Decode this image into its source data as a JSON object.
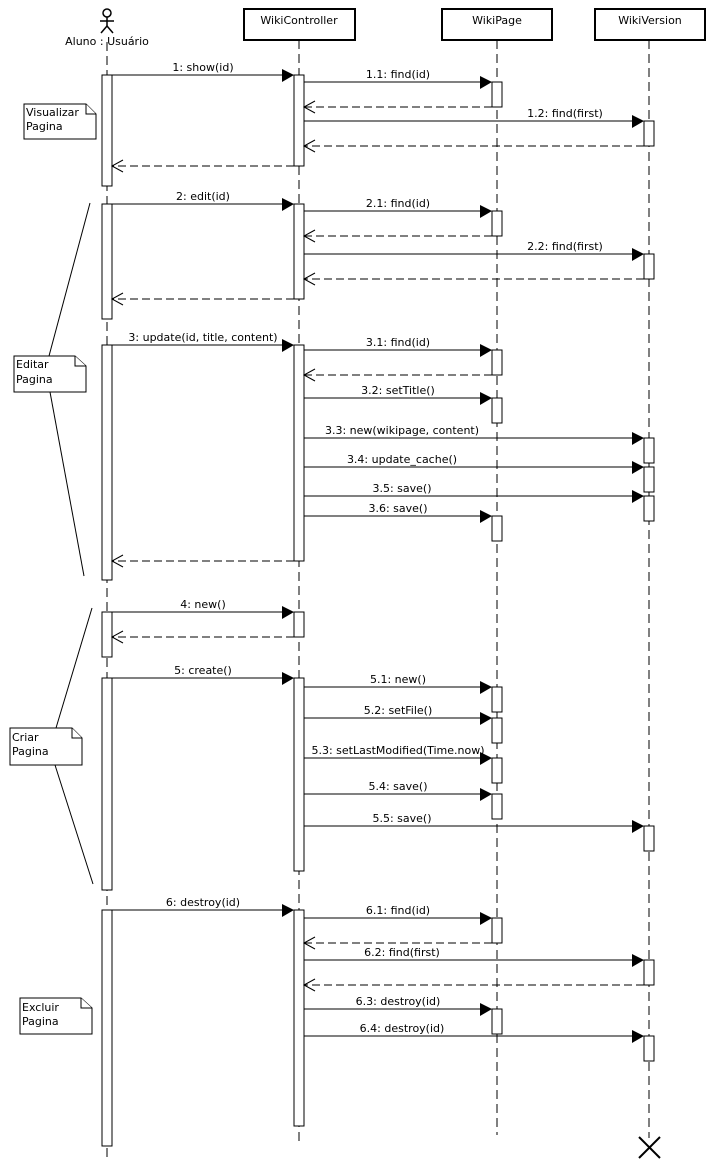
{
  "diagram": {
    "type": "UML sequence diagram",
    "participants": [
      {
        "id": "user",
        "label": "Aluno : Usuário",
        "kind": "actor"
      },
      {
        "id": "ctrl",
        "label": "WikiController",
        "kind": "object"
      },
      {
        "id": "page",
        "label": "WikiPage",
        "kind": "object"
      },
      {
        "id": "ver",
        "label": "WikiVersion",
        "kind": "object",
        "destroyed": true
      }
    ],
    "messages": [
      {
        "label": "1: show(id)",
        "from": "user",
        "to": "ctrl"
      },
      {
        "label": "1.1: find(id)",
        "from": "ctrl",
        "to": "page"
      },
      {
        "label": "",
        "from": "page",
        "to": "ctrl",
        "return": true
      },
      {
        "label": "1.2: find(first)",
        "from": "ctrl",
        "to": "ver"
      },
      {
        "label": "",
        "from": "ver",
        "to": "ctrl",
        "return": true
      },
      {
        "label": "",
        "from": "ctrl",
        "to": "user",
        "return": true
      },
      {
        "label": "2: edit(id)",
        "from": "user",
        "to": "ctrl"
      },
      {
        "label": "2.1: find(id)",
        "from": "ctrl",
        "to": "page"
      },
      {
        "label": "",
        "from": "page",
        "to": "ctrl",
        "return": true
      },
      {
        "label": "2.2: find(first)",
        "from": "ctrl",
        "to": "ver"
      },
      {
        "label": "",
        "from": "ver",
        "to": "ctrl",
        "return": true
      },
      {
        "label": "",
        "from": "ctrl",
        "to": "user",
        "return": true
      },
      {
        "label": "3: update(id, title, content)",
        "from": "user",
        "to": "ctrl"
      },
      {
        "label": "3.1: find(id)",
        "from": "ctrl",
        "to": "page"
      },
      {
        "label": "",
        "from": "page",
        "to": "ctrl",
        "return": true
      },
      {
        "label": "3.2: setTitle()",
        "from": "ctrl",
        "to": "page"
      },
      {
        "label": "3.3: new(wikipage, content)",
        "from": "ctrl",
        "to": "ver"
      },
      {
        "label": "3.4: update_cache()",
        "from": "ctrl",
        "to": "ver"
      },
      {
        "label": "3.5: save()",
        "from": "ctrl",
        "to": "ver"
      },
      {
        "label": "3.6: save()",
        "from": "ctrl",
        "to": "page"
      },
      {
        "label": "",
        "from": "ctrl",
        "to": "user",
        "return": true
      },
      {
        "label": "4: new()",
        "from": "user",
        "to": "ctrl"
      },
      {
        "label": "",
        "from": "ctrl",
        "to": "user",
        "return": true
      },
      {
        "label": "5: create()",
        "from": "user",
        "to": "ctrl"
      },
      {
        "label": "5.1: new()",
        "from": "ctrl",
        "to": "page"
      },
      {
        "label": "5.2: setFile()",
        "from": "ctrl",
        "to": "page"
      },
      {
        "label": "5.3: setLastModified(Time.now)",
        "from": "ctrl",
        "to": "page"
      },
      {
        "label": "5.4: save()",
        "from": "ctrl",
        "to": "page"
      },
      {
        "label": "5.5: save()",
        "from": "ctrl",
        "to": "ver"
      },
      {
        "label": "6: destroy(id)",
        "from": "user",
        "to": "ctrl"
      },
      {
        "label": "6.1: find(id)",
        "from": "ctrl",
        "to": "page"
      },
      {
        "label": "",
        "from": "page",
        "to": "ctrl",
        "return": true
      },
      {
        "label": "6.2: find(first)",
        "from": "ctrl",
        "to": "ver"
      },
      {
        "label": "",
        "from": "ver",
        "to": "ctrl",
        "return": true
      },
      {
        "label": "6.3: destroy(id)",
        "from": "ctrl",
        "to": "page"
      },
      {
        "label": "6.4: destroy(id)",
        "from": "ctrl",
        "to": "ver"
      }
    ],
    "notes": [
      {
        "lines": [
          "Visualizar",
          "Pagina"
        ]
      },
      {
        "lines": [
          "Editar",
          "Pagina"
        ]
      },
      {
        "lines": [
          "Criar",
          "Pagina"
        ]
      },
      {
        "lines": [
          "Excluir",
          "Pagina"
        ]
      }
    ]
  }
}
